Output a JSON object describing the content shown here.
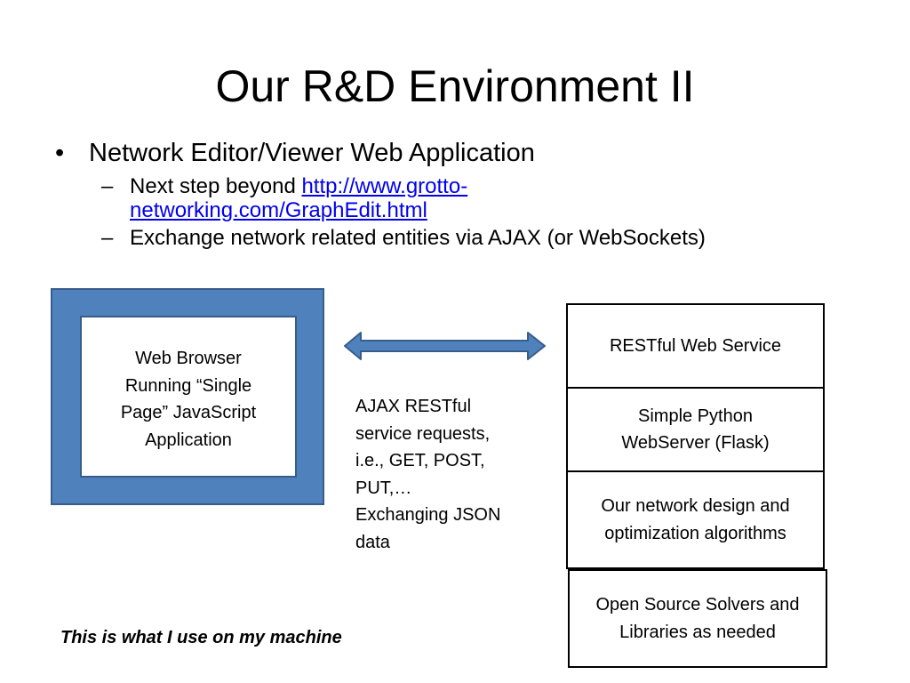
{
  "title": "Our R&D Environment II",
  "bullets": {
    "main": {
      "mark": "•",
      "text": "Network Editor/Viewer Web Application"
    },
    "sub1": {
      "mark": "–",
      "text": "Next step beyond ",
      "link_part1": "http://www.grotto-",
      "link_part2": "networking.com/GraphEdit.html"
    },
    "sub2": {
      "mark": "–",
      "text": "Exchange network related entities via AJAX (or WebSockets)"
    }
  },
  "diagram": {
    "browser": {
      "line1": "Web Browser",
      "line2": "Running “Single",
      "line3": "Page” JavaScript",
      "line4": "Application"
    },
    "ajax_note": {
      "line1": "AJAX RESTful",
      "line2": "service requests,",
      "line3": "i.e., GET, POST,",
      "line4": "PUT,…",
      "line5": "Exchanging JSON",
      "line6": "data"
    },
    "stack": {
      "restful": {
        "line1": "RESTful Web Service"
      },
      "flask": {
        "line1": "Simple Python",
        "line2": "WebServer (Flask)"
      },
      "algorithms": {
        "line1": "Our network design and",
        "line2": "optimization algorithms"
      },
      "solvers": {
        "line1": "Open Source Solvers and",
        "line2": "Libraries as needed"
      }
    },
    "colors": {
      "browser_frame": "#4f81bd",
      "browser_border": "#385d8a",
      "arrow_fill": "#4f81bd",
      "link": "#0000ee"
    }
  },
  "footnote": "This is what I use on my machine"
}
